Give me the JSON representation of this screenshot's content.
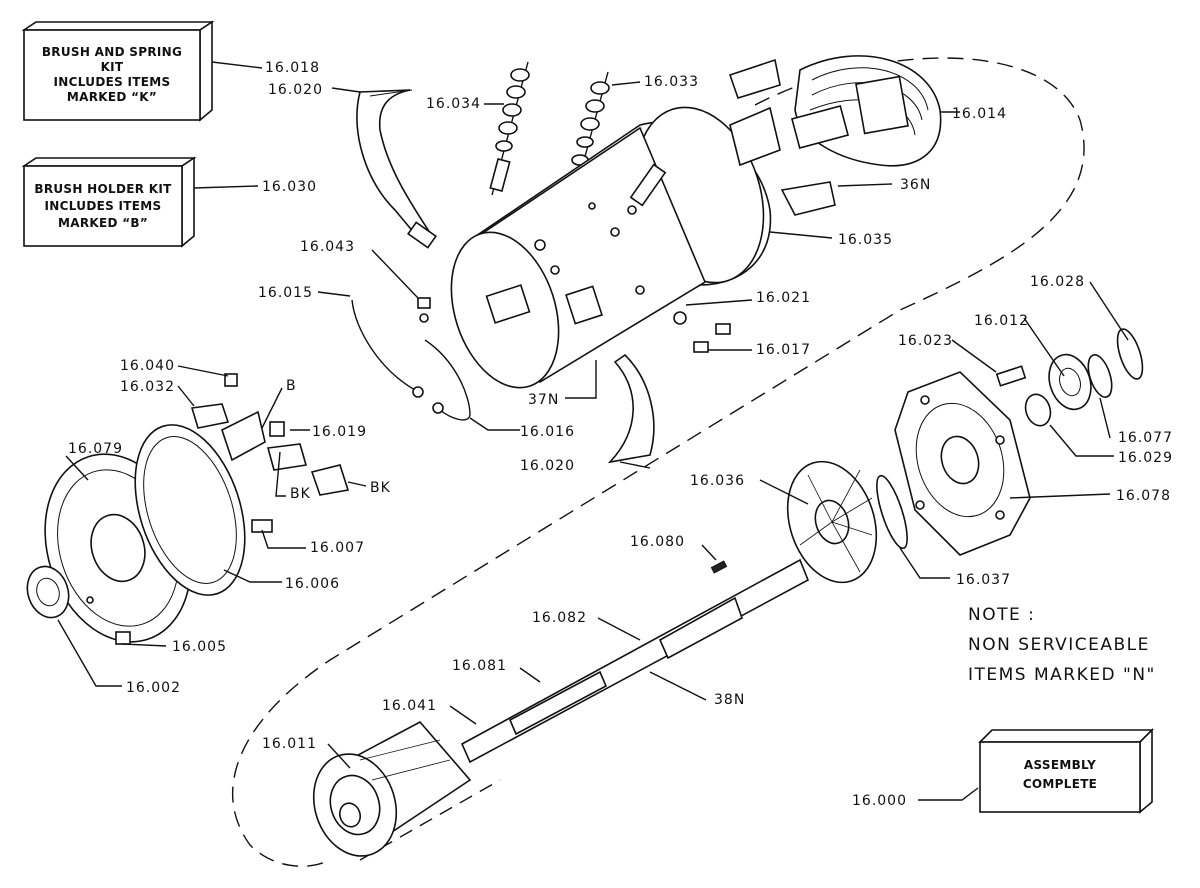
{
  "kits": [
    {
      "lines": [
        "BRUSH AND SPRING",
        "KIT",
        "INCLUDES ITEMS",
        "MARKED “K”"
      ],
      "part_no": "16.018"
    },
    {
      "lines": [
        "BRUSH HOLDER KIT",
        "INCLUDES ITEMS",
        "MARKED “B”"
      ],
      "part_no": "16.030"
    }
  ],
  "assembly_box": {
    "lines": [
      "ASSEMBLY",
      "COMPLETE"
    ],
    "part_no": "16.000"
  },
  "note": {
    "lines": [
      "NOTE :",
      "NON SERVICEABLE",
      "ITEMS MARKED \"N\""
    ]
  },
  "callouts": [
    {
      "text": "16.020"
    },
    {
      "text": "16.034"
    },
    {
      "text": "16.033"
    },
    {
      "text": "16.014"
    },
    {
      "text": "36N"
    },
    {
      "text": "16.035"
    },
    {
      "text": "16.043"
    },
    {
      "text": "16.015"
    },
    {
      "text": "16.021"
    },
    {
      "text": "16.017"
    },
    {
      "text": "37N"
    },
    {
      "text": "16.016"
    },
    {
      "text": "16.020"
    },
    {
      "text": "16.040"
    },
    {
      "text": "16.032"
    },
    {
      "text": "B"
    },
    {
      "text": "16.019"
    },
    {
      "text": "BK"
    },
    {
      "text": "BK"
    },
    {
      "text": "16.079"
    },
    {
      "text": "16.007"
    },
    {
      "text": "16.006"
    },
    {
      "text": "16.005"
    },
    {
      "text": "16.002"
    },
    {
      "text": "16.028"
    },
    {
      "text": "16.012"
    },
    {
      "text": "16.023"
    },
    {
      "text": "16.077"
    },
    {
      "text": "16.029"
    },
    {
      "text": "16.078"
    },
    {
      "text": "16.036"
    },
    {
      "text": "16.037"
    },
    {
      "text": "16.080"
    },
    {
      "text": "16.082"
    },
    {
      "text": "16.081"
    },
    {
      "text": "38N"
    },
    {
      "text": "16.041"
    },
    {
      "text": "16.011"
    }
  ]
}
